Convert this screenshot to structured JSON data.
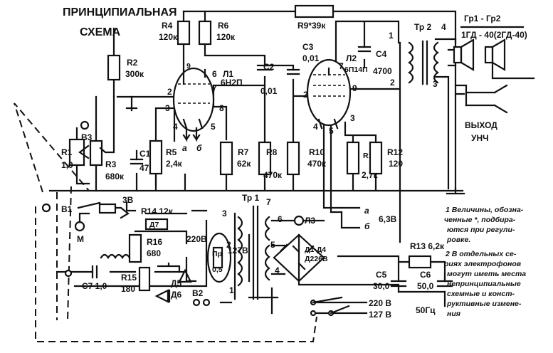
{
  "header": {
    "line1": "ПРИНЦИПИАЛЬНАЯ",
    "line2": "СХЕМА"
  },
  "top": {
    "r9": "R9*39к",
    "speakers_line1": "Гр1 - Гр2",
    "speakers_line2": "1ГД - 40(2ГД-40)"
  },
  "output_label": {
    "line1": "ВЫХОД",
    "line2": "УНЧ"
  },
  "components": {
    "r4": [
      "R4",
      "120к"
    ],
    "r6": [
      "R6",
      "120к"
    ],
    "r2": [
      "R2",
      "300к"
    ],
    "tube1": [
      "Л1",
      "6Н2П"
    ],
    "tube2": [
      "Л2",
      "6П14П"
    ],
    "c2": [
      "С2",
      "0,01"
    ],
    "c3": [
      "С3",
      "0,01"
    ],
    "c4": [
      "С4",
      "4700"
    ],
    "tr2": "Тр 2",
    "r1": [
      "R1",
      "1,0"
    ],
    "v3": "В3",
    "r3": [
      "R3",
      "680к"
    ],
    "c1": [
      "С1",
      "470"
    ],
    "r5": [
      "R5",
      "2,4к"
    ],
    "r7": [
      "R7",
      "62к"
    ],
    "r8": [
      "R8",
      "470к"
    ],
    "r10": [
      "R10",
      "470к"
    ],
    "r11": [
      "R11",
      "2,7к"
    ],
    "r12": [
      "R12",
      "120"
    ],
    "tr1": "Тр 1",
    "b1": "В1",
    "m": "М",
    "b3b": "3В",
    "r14": "R14 12к",
    "vd": "Д7",
    "r16": [
      "R16",
      "680"
    ],
    "pr": [
      "Пр",
      "0,5"
    ],
    "tap220": "220В",
    "tap127": "127В",
    "l3": "Л3",
    "v63": "6,3В",
    "diodes": [
      "Д1-Д4",
      "Д226В"
    ],
    "r13": "R13 6,2к",
    "c5": [
      "С5",
      "30,0"
    ],
    "c6": [
      "С6",
      "50,0"
    ],
    "c7": "С7 1,0",
    "r15": [
      "R15",
      "180"
    ],
    "d5": [
      "Д5",
      "Д6"
    ],
    "b2": "В2",
    "mains": [
      "220 В",
      "127 В",
      "50Гц"
    ],
    "terminals": [
      "а",
      "б"
    ]
  },
  "pins": {
    "t1": [
      "1",
      "2",
      "3",
      "4",
      "5",
      "6",
      "7",
      "8",
      "9"
    ],
    "t2": [
      "1",
      "2",
      "3",
      "4",
      "5",
      "7",
      "9"
    ]
  },
  "notes": {
    "line1": "1 Величины, обозна-",
    "line2": "ченные *, подбира-",
    "line3": "ются при регули-",
    "line4": "ровке.",
    "line5": "2 В отдельных се-",
    "line6": "риях электрофонов",
    "line7": "могут иметь места",
    "line8": "непринципиальные",
    "line9": "схемные и конст-",
    "line10": "руктивные измене-",
    "line11": "ния"
  }
}
